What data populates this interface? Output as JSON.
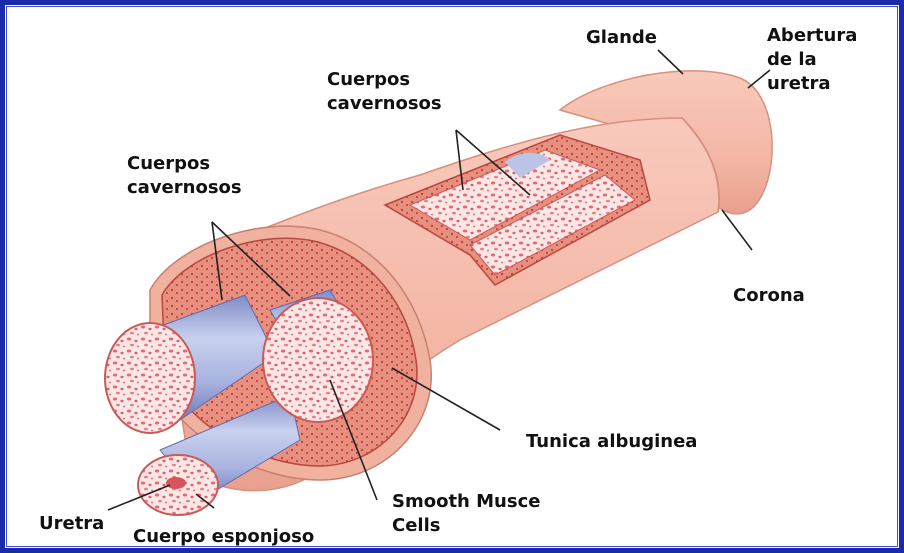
{
  "labels": {
    "glande": "Glande",
    "abertura": [
      "Abertura",
      "de la",
      "uretra"
    ],
    "cuerpos_top": [
      "Cuerpos",
      "cavernosos"
    ],
    "cuerpos_left": [
      "Cuerpos",
      "cavernosos"
    ],
    "corona": "Corona",
    "tunica": "Tunica albuginea",
    "smooth": [
      "Smooth Musce",
      "Cells"
    ],
    "uretra": "Uretra",
    "esponjoso": "Cuerpo esponjoso"
  },
  "colors": {
    "frame": "#1b2aa8",
    "skin": "#f4b7a6",
    "tunica": "#d9534d",
    "tissue": "#e2727a",
    "cylinder": "#a9b4db"
  }
}
